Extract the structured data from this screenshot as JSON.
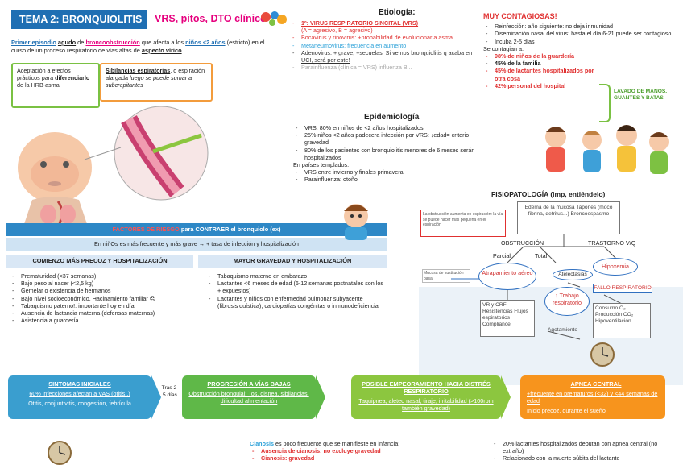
{
  "header": {
    "title": "TEMA 2: BRONQUIOLITIS",
    "vrs_title": "VRS, pitos, DTO clínico"
  },
  "intro": {
    "p1": "Primer episodio",
    "p2": "agudo",
    "p3": "de",
    "p4": "broncoobstrucción",
    "p5": "que afecta a los",
    "p6": "niños <2 años",
    "p7": "(estricto) en el curso de un proceso respiratorio de vías altas de",
    "p8": "aspecto vírico",
    "p9": "."
  },
  "box_green": {
    "text": "Aceptación a efectos prácticos para",
    "underline": "diferenciarlo",
    "end": "de la HRB-asma"
  },
  "box_orange": {
    "u": "Sibilancias espiratorias",
    "text": ", o espiración alargada",
    "italic": "luego se puede sumar a subcrepitantes"
  },
  "etiologia": {
    "title": "Etiología:",
    "items": [
      {
        "text": "1º: VIRUS RESPIRATORIO SINCITAL (VRS)",
        "sub": "(A = agresivo, B = agresivo)",
        "cls": "red"
      },
      {
        "text": "Bocavirus y rinovirus: +probabilidad de evolucionar a asma",
        "cls": "red"
      },
      {
        "text": "Metaneumovirus: frecuencia en aumento",
        "cls": "blue"
      },
      {
        "text": "Adenovirus: + grave, +secuelas. Si vemos bronquiolitis q acaba en UCI, será por este!",
        "cls": "dk"
      },
      {
        "text": "Parainfluenza (clínica = VRS) influenza B...",
        "cls": "gray"
      }
    ]
  },
  "epidemiologia": {
    "title": "Epidemiología",
    "items": [
      "VRS: 80% en niños de <2 años hospitalizados",
      "25% niños <2 años padecera infección por VRS: ↓edad= criterio gravedad",
      "80% de los pacientes con bronquiolitis menores de 6 meses serán hospitalizados"
    ],
    "templados": "En países templados:",
    "templados_items": [
      "VRS entre invierno y finales primavera",
      "Parainfluenza: otoño"
    ]
  },
  "contagio": {
    "title": "MUY CONTAGIOSAS!",
    "items": [
      "Reinfección: año siguiente: no deja inmunidad",
      "Diseminación nasal del virus: hasta el día 6-21 puede ser contagioso",
      "Incuba 2-5 días"
    ],
    "se_contagian": "Se contagian a:",
    "contagian_items": [
      {
        "text": "98% de niños de la guardería",
        "red": true
      },
      {
        "text": "45% de la familia",
        "red": false
      },
      {
        "text": "45% de lactantes hospitalizados por otra cosa",
        "red": true
      },
      {
        "text": "42% personal del hospital",
        "red": true
      }
    ],
    "lavado": "LAVADO DE MANOS, GUANTES Y BATAS"
  },
  "factores": {
    "band_red": "FACTORES DE RIESGO",
    "band_rest": "para CONTRAER el bronquiolo (ex)",
    "sub": "En niñOs es más frecuente y más grave → + tasa de infección y hospitalización",
    "col1_title": "COMIENZO MÁS PRECOZ Y HOSPITALIZACIÓN",
    "col2_title": "MAYOR GRAVEDAD Y HOSPITALIZACIÓN",
    "col1": [
      "Prematuridad (<37 semanas)",
      "Bajo peso al nacer (<2,5 kg)",
      "Gemelar o existencia de hermanos",
      "Bajo nivel socioeconómico. Hacinamiento familiar ☹",
      "Tabaquismo paterno!: importante hoy en día",
      "Ausencia de lactancia materna (defensas maternas)",
      "Asistencia a guardería"
    ],
    "col2": [
      "Tabaquismo materno en embarazo",
      "Lactantes <6 meses de edad (6-12 semanas postnatales son los + expuestos)",
      "Lactantes y niños con enfermedad pulmonar subyacente (fibrosis quística), cardiopatías congénitas o inmunodeficiencia"
    ]
  },
  "fisiopatologia": {
    "title": "FISIOPATOLOGÍA (imp, entiéndelo)",
    "top_box": "Edema de la mucosa Tapones (moco fibrina, detritus...) Broncoespasmo",
    "left_note": "La obstrucción aumenta en espiración: la vía se puede hacer más pequeña en el espiración",
    "obstruccion": "OBSTRUCCIÓN",
    "trastorno": "TRASTORNO V/Q",
    "parcial": "Parcial",
    "total": "Total",
    "atrapamiento": "Atrapamiento aéreo",
    "atelectasias": "Atelectasias",
    "hipoxemia": "Hipoxemia",
    "trabajo": "↑ Trabajo respiratorio",
    "fallo": "FALLO RESPIRATORIO",
    "side_note": "Mucosa de sustitución basal",
    "mecanica": "VR y CRF Resistencias Flujos espiratorios Compliance",
    "consumo": "Consumo O₂ Producción CO₂ Hipoventilación",
    "agotamiento": "Agotamiento"
  },
  "stages": [
    {
      "title": "SINTOMAS INICIALES",
      "l1": "60% infecciones afectan a VAS (otitis..)",
      "l2": "Otitis, conjuntivitis, congestión, febrícula",
      "color": "#3a9ecf"
    },
    {
      "title": "PROGRESIÓN A VÍAS BAJAS",
      "l1": "Obstrucción bronquial: Tos, disnea, sibilancias, dificultad alimentación",
      "l2": "",
      "color": "#5fb848"
    },
    {
      "title": "POSIBLE EMPEORAMIENTO HACIA DISTRÉS RESPIRATORIO",
      "l1": "Taquipnea, aleteo nasal, tiraje, irritabilidad (>100rpm también gravedad)",
      "l2": "",
      "color": "#8cc63f"
    },
    {
      "title": "APNEA CENTRAL",
      "l1": "+frecuente en prematuros (<32) y <44 semanas de edad",
      "l2": "Inicio precoz, durante el sueño",
      "color": "#f7941d"
    }
  ],
  "tras": "Tras 2-5 días",
  "cianosis": {
    "lead": "Cianosis",
    "rest": "es poco frecuente que se manifieste en infancia:",
    "items": [
      "Ausencia de cianosis: no excluye gravedad",
      "Cianosis: gravedad"
    ]
  },
  "apnea_notes": [
    "20% lactantes hospitalizados debutan con apnea central (no extraño)",
    "Relacionado con la muerte súbita del lactante"
  ]
}
